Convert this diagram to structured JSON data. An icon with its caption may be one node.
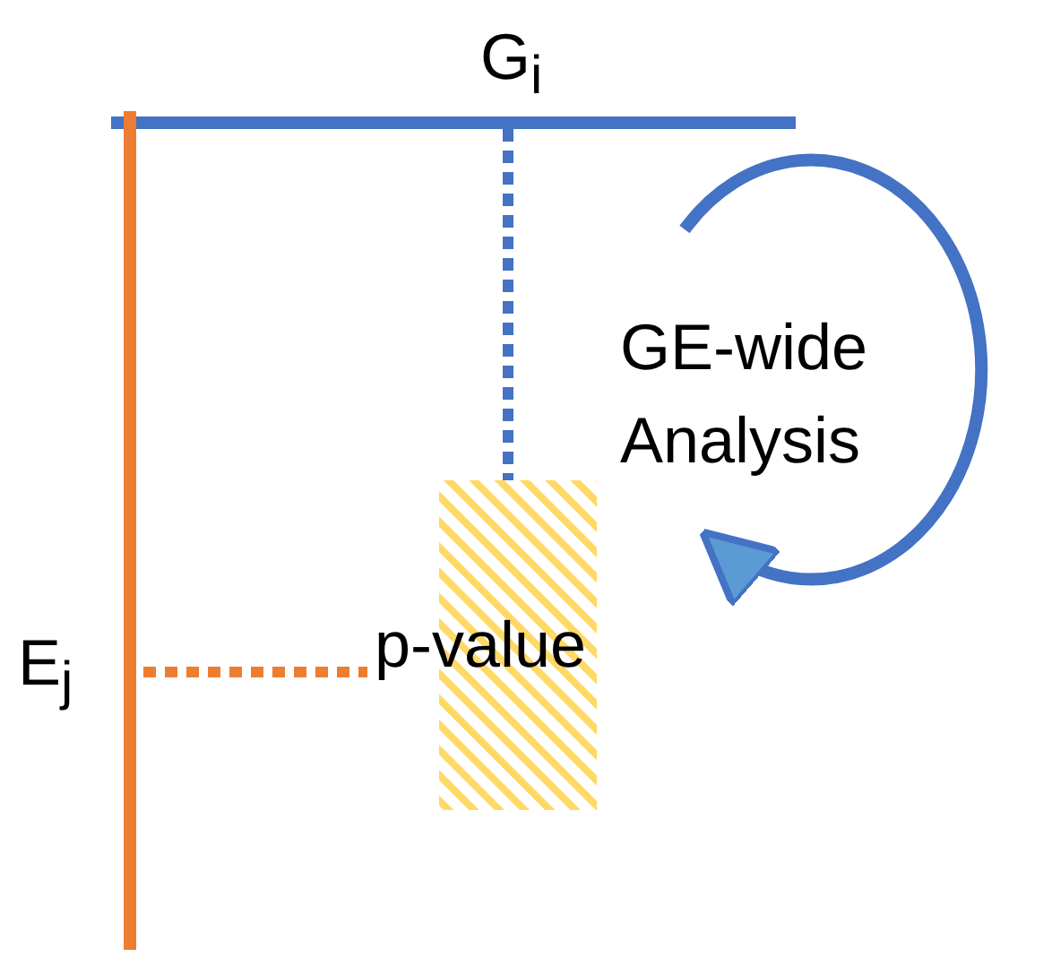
{
  "diagram": {
    "nodes": [
      {
        "text": [
          "G$_{i}$"
        ]
      },
      {
        "text": [
          "E$_{j}$"
        ]
      },
      {
        "text": [
          "p-value"
        ]
      }
    ],
    "edges": [
      {
        "from": 0,
        "to": 2,
        "arrow": "none",
        "style": "dashed",
        "color": "#4472c4"
      },
      {
        "from": 1,
        "to": 2,
        "arrow": "none",
        "style": "dashed",
        "color": "#ed7d31"
      }
    ],
    "labels": [
      "GE-wide Analysis"
    ]
  }
}
